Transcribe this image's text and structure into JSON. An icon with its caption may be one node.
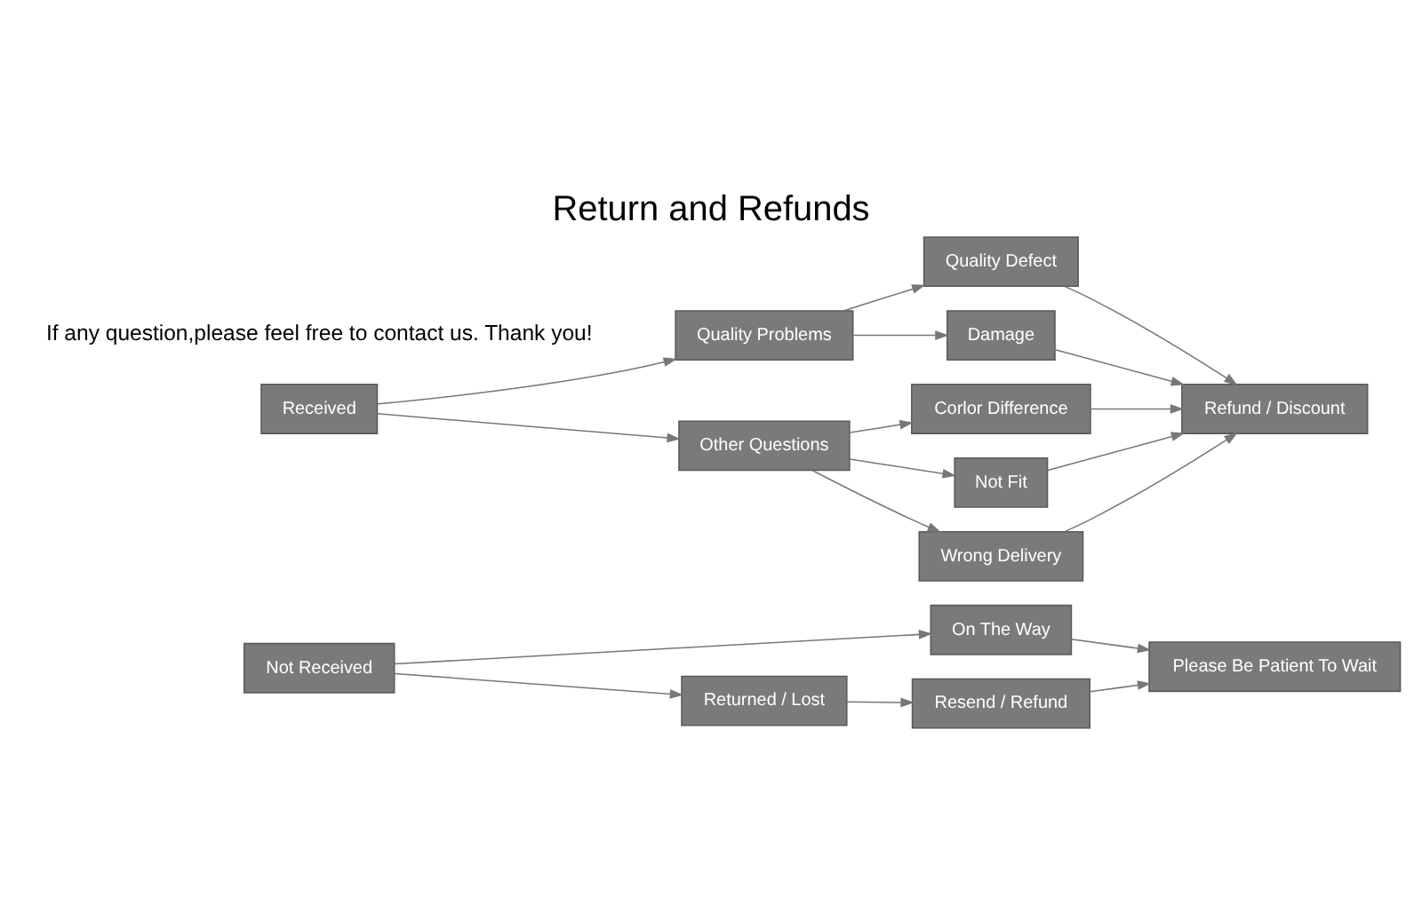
{
  "diagram": {
    "title": "Return and Refunds",
    "nodes": [
      {
        "text": [
          "Not Received"
        ]
      },
      {
        "text": [
          "On The Way"
        ]
      },
      {
        "text": [
          "Returned / Lost"
        ]
      },
      {
        "text": [
          "Please Be Patient To Wait"
        ]
      },
      {
        "text": [
          "Resend / Refund"
        ]
      },
      {
        "text": [
          "Received"
        ]
      },
      {
        "text": [
          "Quality Problems"
        ]
      },
      {
        "text": [
          "Other Questions"
        ]
      },
      {
        "text": [
          "Quality Defect"
        ]
      },
      {
        "text": [
          "Damage"
        ]
      },
      {
        "text": [
          "Corlor Difference"
        ]
      },
      {
        "text": [
          "Not Fit"
        ]
      },
      {
        "text": [
          "Wrong Delivery"
        ]
      },
      {
        "text": [
          "Refund / Discount"
        ]
      }
    ],
    "edges": [
      {
        "from": 0,
        "to": 1,
        "arrow": "to"
      },
      {
        "from": 0,
        "to": 2,
        "arrow": "to"
      },
      {
        "from": 1,
        "to": 3,
        "arrow": "to"
      },
      {
        "from": 2,
        "to": 4,
        "arrow": "to"
      },
      {
        "from": 4,
        "to": 3,
        "arrow": "to"
      },
      {
        "from": 5,
        "to": 6,
        "arrow": "to"
      },
      {
        "from": 5,
        "to": 7,
        "arrow": "to"
      },
      {
        "from": 6,
        "to": 8,
        "arrow": "to"
      },
      {
        "from": 6,
        "to": 9,
        "arrow": "to"
      },
      {
        "from": 7,
        "to": 10,
        "arrow": "to"
      },
      {
        "from": 7,
        "to": 11,
        "arrow": "to"
      },
      {
        "from": 7,
        "to": 12,
        "arrow": "to"
      },
      {
        "from": 8,
        "to": 13,
        "arrow": "to"
      },
      {
        "from": 9,
        "to": 13,
        "arrow": "to"
      },
      {
        "from": 10,
        "to": 13,
        "arrow": "to"
      },
      {
        "from": 11,
        "to": 13,
        "arrow": "to"
      },
      {
        "from": 12,
        "to": 13,
        "arrow": "to"
      }
    ],
    "labels": [
      "If any question,please feel free to contact us. Thank you!"
    ]
  }
}
